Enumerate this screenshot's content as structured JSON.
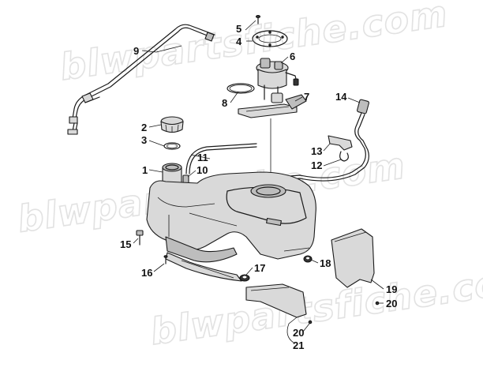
{
  "watermark": "blwpartsfiche.com",
  "callouts": [
    {
      "id": "1",
      "label": "1"
    },
    {
      "id": "2",
      "label": "2"
    },
    {
      "id": "3",
      "label": "3"
    },
    {
      "id": "4",
      "label": "4"
    },
    {
      "id": "5",
      "label": "5"
    },
    {
      "id": "6",
      "label": "6"
    },
    {
      "id": "7",
      "label": "7"
    },
    {
      "id": "8",
      "label": "8"
    },
    {
      "id": "9",
      "label": "9"
    },
    {
      "id": "10",
      "label": "10"
    },
    {
      "id": "11",
      "label": "11"
    },
    {
      "id": "12",
      "label": "12"
    },
    {
      "id": "13",
      "label": "13"
    },
    {
      "id": "14",
      "label": "14"
    },
    {
      "id": "15",
      "label": "15"
    },
    {
      "id": "16",
      "label": "16"
    },
    {
      "id": "17",
      "label": "17"
    },
    {
      "id": "18",
      "label": "18"
    },
    {
      "id": "19",
      "label": "19"
    },
    {
      "id": "20a",
      "label": "20"
    },
    {
      "id": "20b",
      "label": "20"
    },
    {
      "id": "21",
      "label": "21"
    }
  ]
}
